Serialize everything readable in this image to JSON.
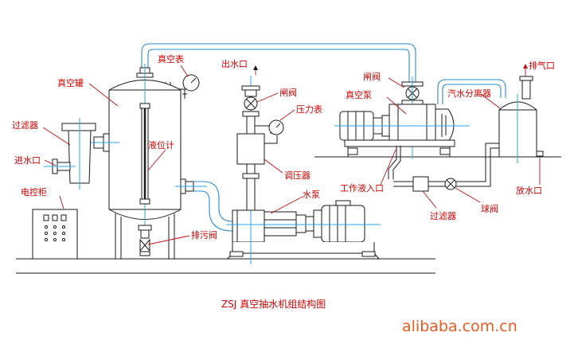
{
  "diagram": {
    "caption": "ZSJ 真空抽水机组结构图",
    "watermark": "alibaba.com.cn",
    "labels": {
      "vacuum_gauge": "真空表",
      "vacuum_tank": "真空罐",
      "filter_left": "过滤器",
      "water_inlet": "进水口",
      "control_cabinet": "电控柜",
      "level_gauge": "液位计",
      "drain_valve": "排污阀",
      "water_outlet": "出水口",
      "gate_valve_left": "闸阀",
      "pressure_gauge": "压力表",
      "regulator": "调压器",
      "water_pump": "水泵",
      "gate_valve_right": "闸阀",
      "vacuum_pump": "真空泵",
      "working_fluid_inlet": "工作液入口",
      "filter_right": "过滤器",
      "ball_valve": "球阀",
      "steam_separator": "汽水分离器",
      "exhaust_port": "排气口",
      "discharge_port": "放水口"
    },
    "colors": {
      "label_text": "#d40000",
      "pipe": "#2a8ad0",
      "axis": "#2aa6e8",
      "outline": "#1a1a1a",
      "watermark": "#e85a1e"
    }
  }
}
